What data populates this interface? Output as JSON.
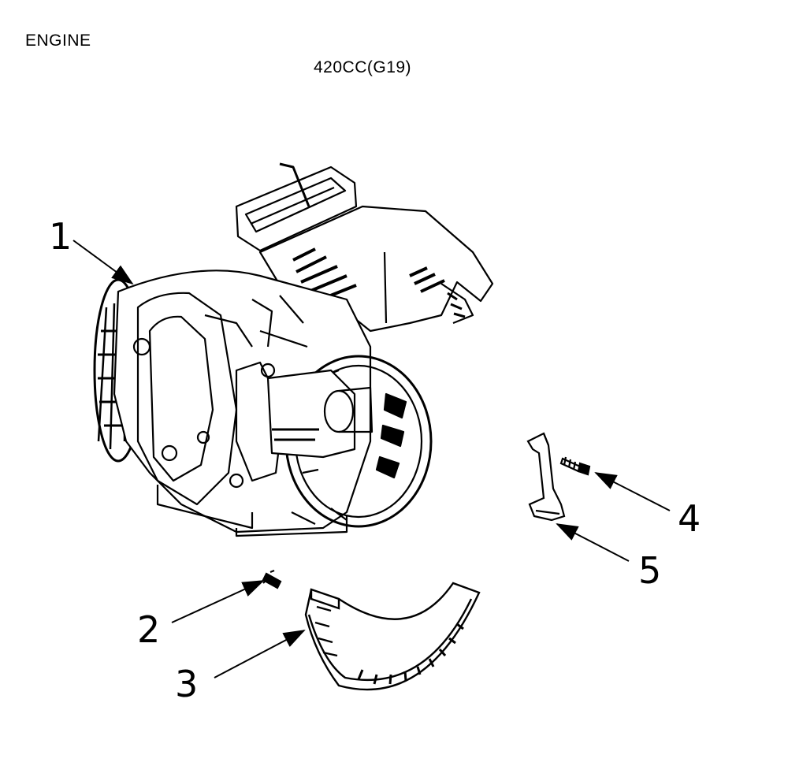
{
  "header": {
    "title": "ENGINE",
    "model": "420CC(G19)"
  },
  "callouts": [
    {
      "number": "1",
      "part": "engine-assembly"
    },
    {
      "number": "2",
      "part": "screw"
    },
    {
      "number": "3",
      "part": "flywheel-cover"
    },
    {
      "number": "4",
      "part": "bolt"
    },
    {
      "number": "5",
      "part": "bracket"
    }
  ],
  "colors": {
    "ink": "#000000",
    "paper": "#ffffff"
  }
}
